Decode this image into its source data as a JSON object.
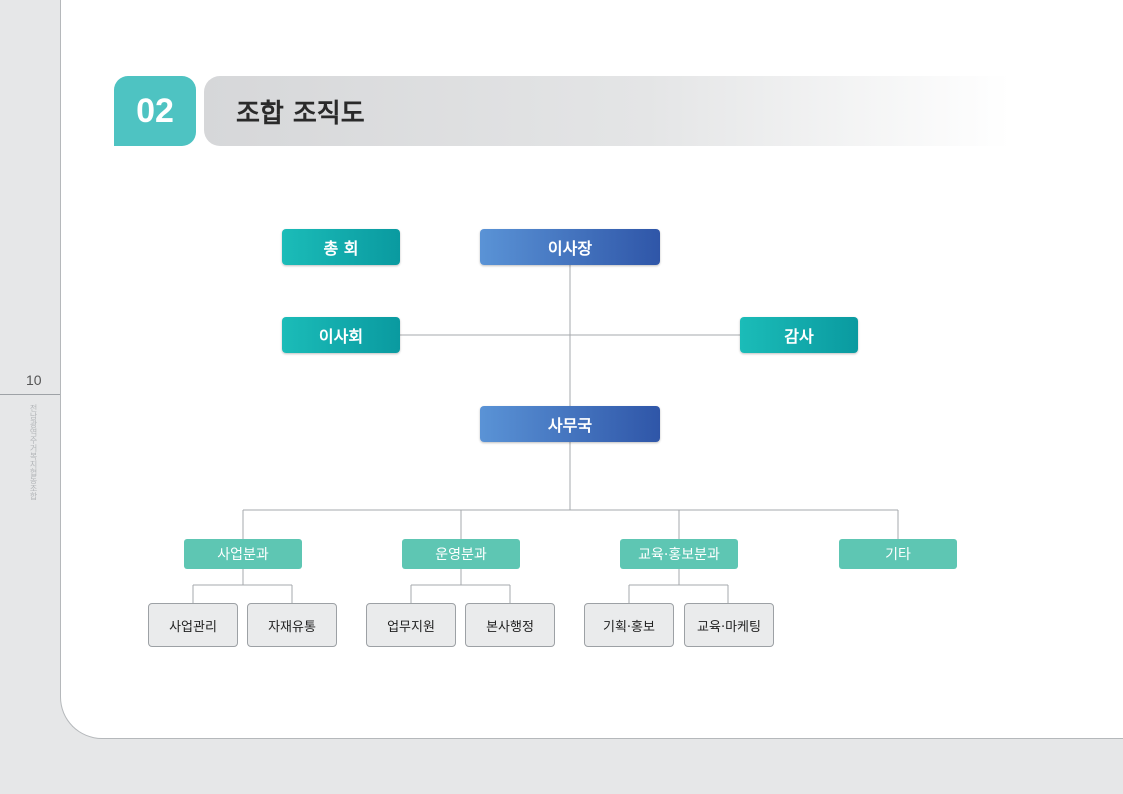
{
  "page": {
    "number": "10",
    "side_text": "전남광역주거복지협동조합"
  },
  "section": {
    "number": "02",
    "title": "조합 조직도"
  },
  "org": {
    "general_assembly": "총  회",
    "chairman": "이사장",
    "board": "이사회",
    "auditor": "감사",
    "secretariat": "사무국",
    "divisions": [
      {
        "label": "사업분과",
        "subs": [
          "사업관리",
          "자재유통"
        ]
      },
      {
        "label": "운영분과",
        "subs": [
          "업무지원",
          "본사행정"
        ]
      },
      {
        "label": "교육·홍보분과",
        "subs": [
          "기획·홍보",
          "교육·마케팅"
        ]
      },
      {
        "label": "기타",
        "subs": []
      }
    ]
  },
  "colors": {
    "section_accent": "#4ec3c2",
    "teal_box": "#0a9aa0",
    "blue_box": "#2f56a8",
    "division_box": "#5ec6b3",
    "unit_box": "#eaebec"
  }
}
